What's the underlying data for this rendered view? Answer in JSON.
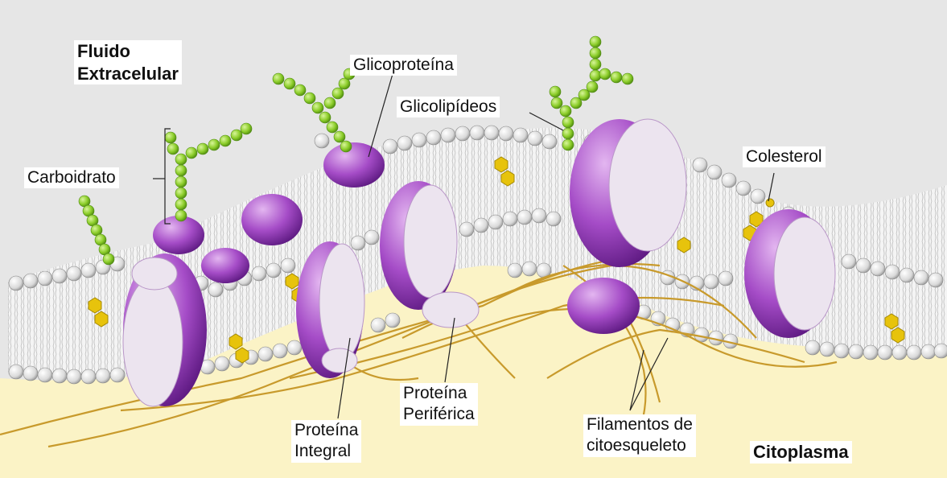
{
  "labels": {
    "extracellular_line1": "Fluido",
    "extracellular_line2": "Extracelular",
    "glycoprotein": "Glicoproteína",
    "glycolipids": "Glicolipídeos",
    "carbohydrate": "Carboidrato",
    "cholesterol": "Colesterol",
    "integral_protein_line1": "Proteína",
    "integral_protein_line2": "Integral",
    "peripheral_protein_line1": "Proteína",
    "peripheral_protein_line2": "Periférica",
    "filaments_line1": "Filamentos de",
    "filaments_line2": "citoesqueleto",
    "cytoplasm": "Citoplasma"
  },
  "colors": {
    "extracellular_bg": "#e6e6e6",
    "cytoplasm_bg": "#fbf3c6",
    "phospholipid_head": "#d9d9d9",
    "protein": "#9a3fbd",
    "protein_face": "#ece4ef",
    "carbohydrate": "#8ccd2a",
    "cholesterol": "#e7c30c",
    "filament": "#c89a2c"
  }
}
